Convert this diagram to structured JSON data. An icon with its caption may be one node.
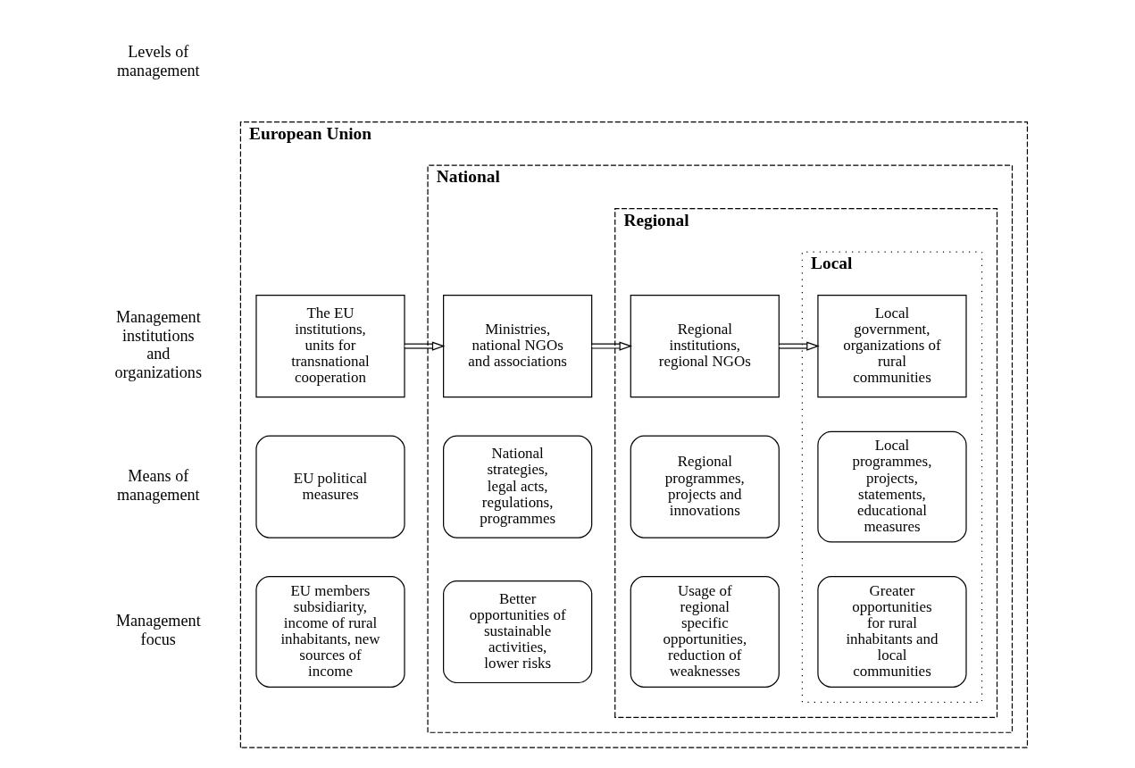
{
  "diagram": {
    "nodes": [
      {
        "text": [
          "European Union"
        ]
      },
      {
        "text": [
          "National"
        ],
        "in": 0
      },
      {
        "text": [
          "Regional"
        ],
        "in": 1
      },
      {
        "text": [
          "Local"
        ],
        "in": 2
      },
      {
        "text": [
          "The EU institutions, units for transnational cooperation"
        ],
        "in": 0
      },
      {
        "text": [
          "EU political measures"
        ],
        "in": 0
      },
      {
        "text": [
          "EU members subsidiarity, income of rural inhabitants, new sources of income"
        ],
        "in": 0
      },
      {
        "text": [
          "Ministries, national NGOs and associations"
        ],
        "in": 1
      },
      {
        "text": [
          "National strategies, legal acts, regulations, programmes"
        ],
        "in": 1
      },
      {
        "text": [
          "Better opportunities of sustainable activities, lower risks"
        ],
        "in": 1
      },
      {
        "text": [
          "Regional institutions, regional NGOs"
        ],
        "in": 2
      },
      {
        "text": [
          "Regional programmes, projects and innovations"
        ],
        "in": 2
      },
      {
        "text": [
          "Usage of regional specific opportunities, reduction of weaknesses"
        ],
        "in": 2
      },
      {
        "text": [
          "Local government, organizations of rural communities"
        ],
        "in": 3
      },
      {
        "text": [
          "Local programmes, projects, statements, educational measures"
        ],
        "in": 3
      },
      {
        "text": [
          "Greater opportunities for rural inhabitants and local communities"
        ],
        "in": 3
      }
    ],
    "edges": [
      {
        "from": 4,
        "to": 7,
        "arrow": "to"
      },
      {
        "from": 7,
        "to": 10,
        "arrow": "to"
      },
      {
        "from": 10,
        "to": 13,
        "arrow": "to"
      }
    ],
    "labels": [
      "Levels of management",
      "Management institutions and organizations",
      "Means of management",
      "Management focus"
    ]
  }
}
